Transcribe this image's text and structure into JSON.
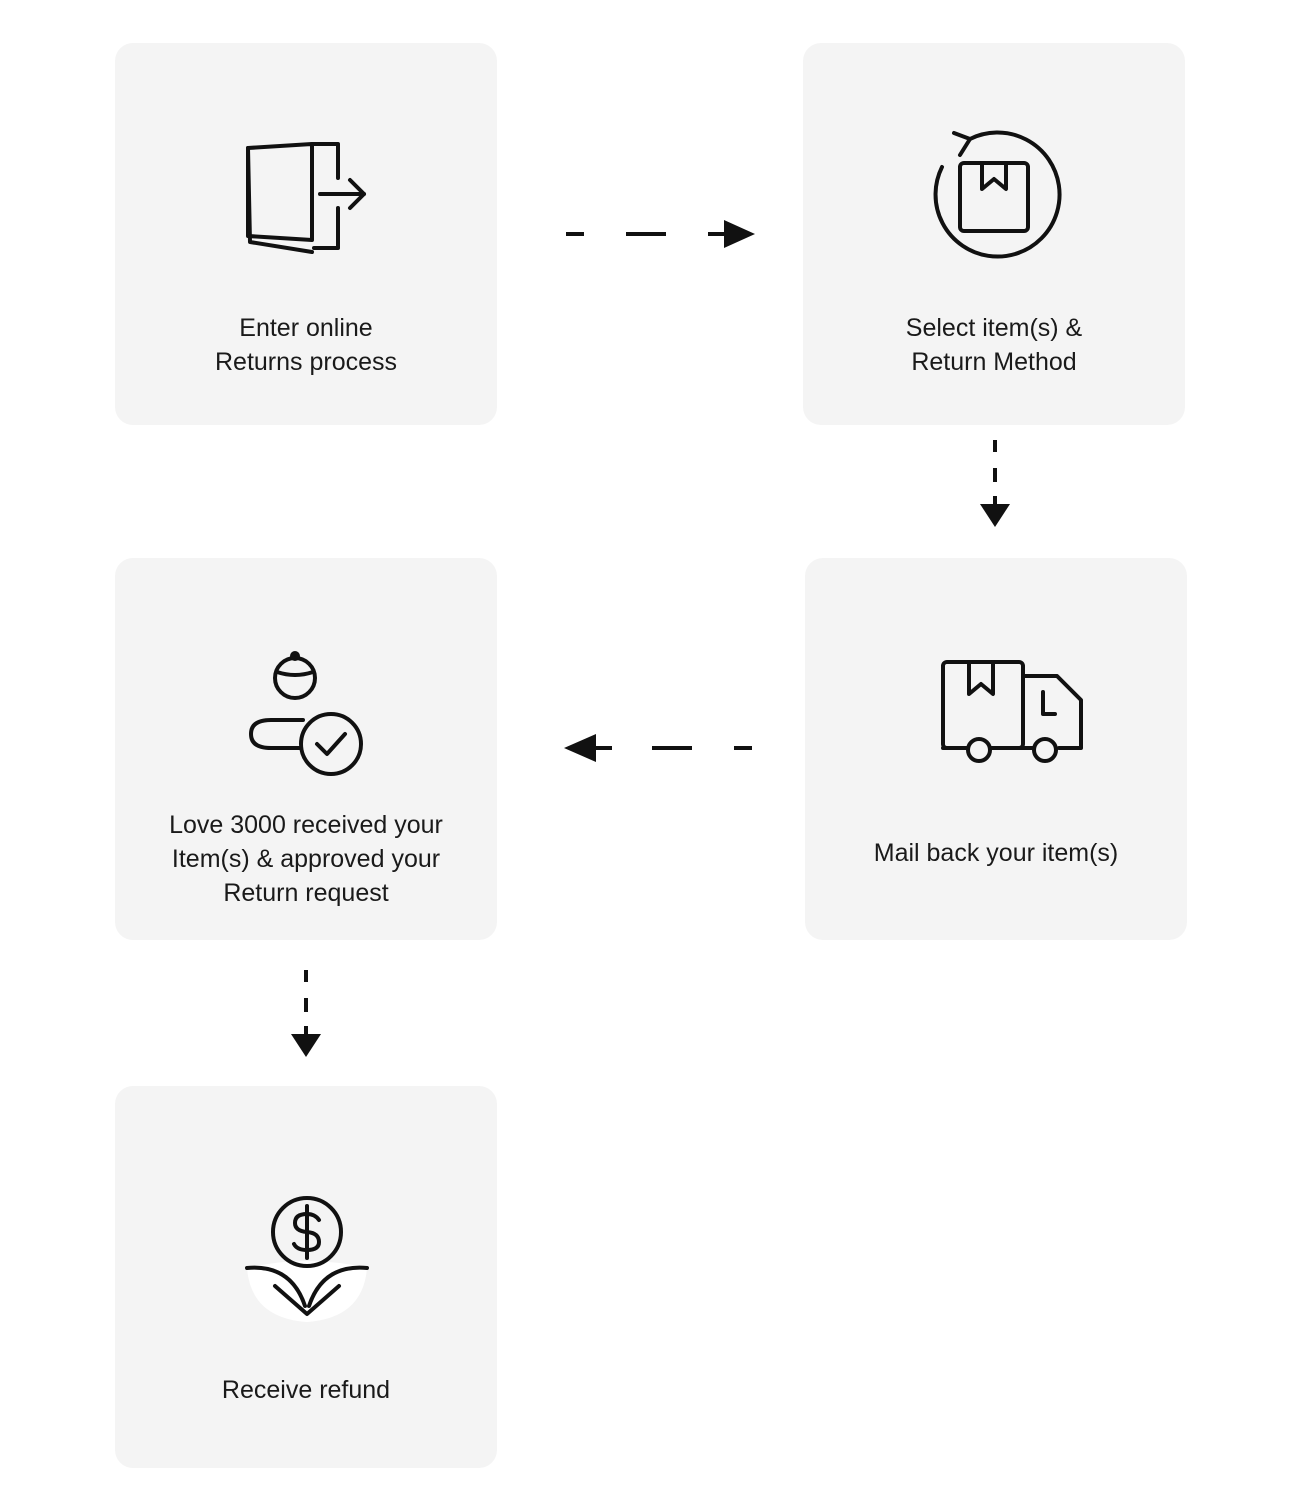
{
  "colors": {
    "card_bg": "#f4f4f4",
    "ink": "#111111",
    "text": "#1a1a1a"
  },
  "steps": [
    {
      "icon": "door-exit-icon",
      "lines": [
        "Enter online",
        "Returns process"
      ]
    },
    {
      "icon": "box-cycle-icon",
      "lines": [
        "Select item(s) &",
        "Return Method"
      ]
    },
    {
      "icon": "delivery-truck-icon",
      "lines": [
        "Mail back your item(s)"
      ]
    },
    {
      "icon": "person-check-icon",
      "lines": [
        "Love 3000 received your",
        "Item(s) & approved your",
        "Return request"
      ]
    },
    {
      "icon": "dollar-refund-icon",
      "lines": [
        "Receive refund"
      ]
    }
  ],
  "connectors": [
    {
      "from": 1,
      "to": 2,
      "direction": "right"
    },
    {
      "from": 2,
      "to": 3,
      "direction": "down"
    },
    {
      "from": 3,
      "to": 4,
      "direction": "left"
    },
    {
      "from": 4,
      "to": 5,
      "direction": "down"
    }
  ]
}
